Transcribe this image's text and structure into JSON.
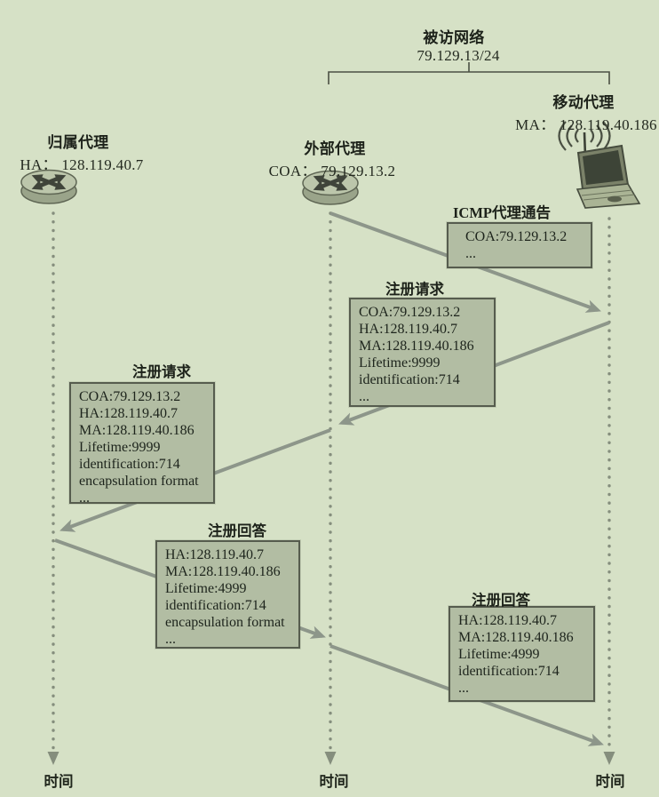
{
  "visited_network": {
    "title": "被访网络",
    "subnet": "79.129.13/24"
  },
  "agents": {
    "home": {
      "title": "归属代理",
      "address": "HA： 128.119.40.7"
    },
    "foreign": {
      "title": "外部代理",
      "address": "COA： 79.129.13.2"
    },
    "mobile": {
      "title": "移动代理",
      "address": "MA： 128.119.40.186"
    }
  },
  "messages": {
    "icmp_advertisement": {
      "title": "ICMP代理通告",
      "lines": [
        "COA:79.129.13.2",
        "..."
      ]
    },
    "registration_request_to_foreign": {
      "title": "注册请求",
      "lines": [
        "COA:79.129.13.2",
        "HA:128.119.40.7",
        "MA:128.119.40.186",
        "Lifetime:9999",
        "identification:714",
        "..."
      ]
    },
    "registration_request_to_home": {
      "title": "注册请求",
      "lines": [
        "COA:79.129.13.2",
        "HA:128.119.40.7",
        "MA:128.119.40.186",
        "Lifetime:9999",
        "identification:714",
        "encapsulation format",
        "..."
      ]
    },
    "registration_reply_to_foreign": {
      "title": "注册回答",
      "lines": [
        "HA:128.119.40.7",
        "MA:128.119.40.186",
        "Lifetime:4999",
        "identification:714",
        "encapsulation format",
        "..."
      ]
    },
    "registration_reply_to_mobile": {
      "title": "注册回答",
      "lines": [
        "HA:128.119.40.7",
        "MA:128.119.40.186",
        "Lifetime:4999",
        "identification:714",
        "..."
      ]
    }
  },
  "timeline_label": "时间",
  "colors": {
    "background": "#d6e1c6",
    "box_fill": "#b2bda3",
    "box_border": "#565c4e",
    "arrow": "#8d968a",
    "timeline_dot": "#858e7d",
    "text": "#1d241c"
  }
}
